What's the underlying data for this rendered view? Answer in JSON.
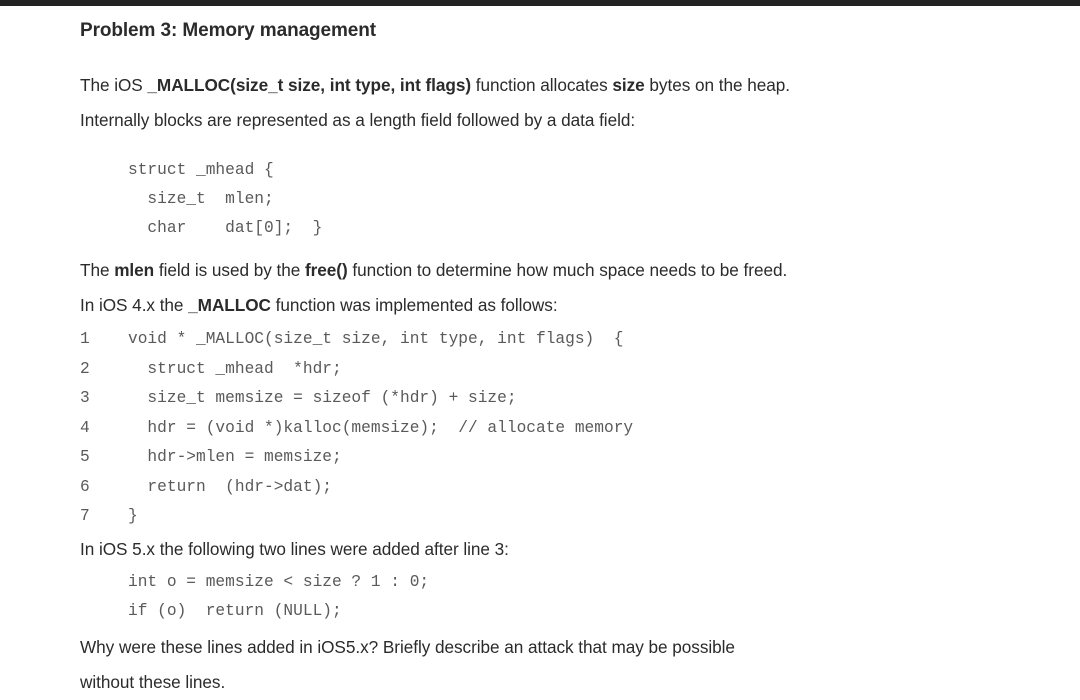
{
  "document": {
    "title": "Problem 3: Memory management",
    "top_bar_color": "#232323",
    "background_color": "#ffffff",
    "text_color": "#2b2b2b",
    "code_color": "#5a5a5a"
  },
  "paragraphs": {
    "intro_line1_pre": "The iOS  ",
    "intro_line1_bold1": "_MALLOC(size_t size, int type, int flags)",
    "intro_line1_mid": " function allocates ",
    "intro_line1_bold2": "size",
    "intro_line1_post": " bytes on the heap.",
    "intro_line2": "Internally blocks are represented as a length field followed by a data field:",
    "mlen_pre": "The ",
    "mlen_bold1": "mlen",
    "mlen_mid": " field is used by the ",
    "mlen_bold2": "free()",
    "mlen_post": " function to determine how much space needs to be freed.",
    "ios4_pre": "In iOS 4.x the ",
    "ios4_bold": "_MALLOC",
    "ios4_post": " function was implemented as follows:",
    "ios5_intro": "In iOS 5.x the following two lines were added after line 3:",
    "question_line1": "Why were these lines added in iOS5.x? Briefly describe an attack that may be possible",
    "question_line2": "without these lines."
  },
  "struct_block": {
    "lines": [
      "struct _mhead {",
      "  size_t  mlen;",
      "  char    dat[0];  }"
    ]
  },
  "code_listing": {
    "rows": [
      {
        "num": "1",
        "code": "void * _MALLOC(size_t size, int type, int flags)  {"
      },
      {
        "num": "2",
        "code": "  struct _mhead  *hdr;"
      },
      {
        "num": "3",
        "code": "  size_t memsize = sizeof (*hdr) + size;"
      },
      {
        "num": "4",
        "code": "  hdr = (void *)kalloc(memsize);  // allocate memory"
      },
      {
        "num": "5",
        "code": "  hdr->mlen = memsize;"
      },
      {
        "num": "6",
        "code": "  return  (hdr->dat);"
      },
      {
        "num": "7",
        "code": "}"
      }
    ]
  },
  "added_lines": {
    "lines": [
      "int o = memsize < size ? 1 : 0;",
      "if (o)  return (NULL);"
    ]
  }
}
